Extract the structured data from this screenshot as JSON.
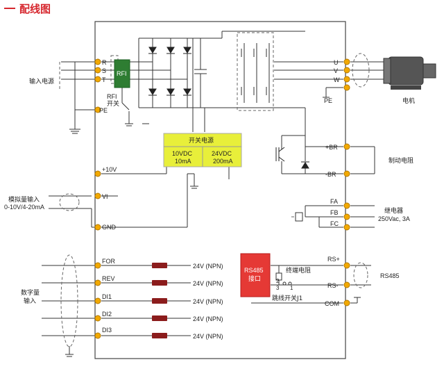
{
  "page": {
    "title": "配线图"
  },
  "labels": {
    "input_power": "输入电源",
    "rfi_box": "RFI",
    "rfi_switch_line1": "RFI",
    "rfi_switch_line2": "开关",
    "switch_psu_title": "开关电源",
    "psu_10v_line1": "10VDC",
    "psu_10v_line2": "10mA",
    "psu_24v_line1": "24VDC",
    "psu_24v_line2": "200mA",
    "analog_in_line1": "模拟量输入",
    "analog_in_line2": "0-10V/4-20mA",
    "digital_in_line1": "数字量",
    "digital_in_line2": "输入",
    "motor": "电机",
    "pe_right": "PE",
    "brake_resistor": "制动电阻",
    "relay_line1": "继电器",
    "relay_line2": "250Vac, 3A",
    "rs485_box_line1": "RS485",
    "rs485_box_line2": "接口",
    "termination_resistor": "终端电阻",
    "jumper_switch": "跳线开关J1",
    "rs485_external": "RS485",
    "sw_pin_2": "2",
    "sw_pin_3": "3",
    "sw_pin_1": "1"
  },
  "terminals": {
    "R": "R",
    "S": "S",
    "T": "T",
    "PE": "PE",
    "V10": "+10V",
    "VI": "VI",
    "GND": "GND",
    "FOR": "FOR",
    "REV": "REV",
    "DI1": "DI1",
    "DI2": "DI2",
    "DI3": "DI3",
    "U": "U",
    "V": "V",
    "W": "W",
    "BR_plus": "+BR",
    "BR_minus": "-BR",
    "FA": "FA",
    "FB": "FB",
    "FC": "FC",
    "RS_plus": "RS+",
    "RS_minus": "RS-",
    "COM": "COM"
  },
  "digital_inputs": [
    {
      "terminal": "FOR",
      "supply": "24V (NPN)"
    },
    {
      "terminal": "REV",
      "supply": "24V (NPN)"
    },
    {
      "terminal": "DI1",
      "supply": "24V (NPN)"
    },
    {
      "terminal": "DI2",
      "supply": "24V (NPN)"
    },
    {
      "terminal": "DI3",
      "supply": "24V (NPN)"
    }
  ],
  "colors": {
    "title": "#d6262d",
    "rfi": "#2e7d32",
    "psu": "#e8ef3a",
    "rs485": "#e53935",
    "resistor": "#8b1c1c",
    "terminal": "#f2a900",
    "line": "#333333",
    "dashed": "#666666"
  }
}
